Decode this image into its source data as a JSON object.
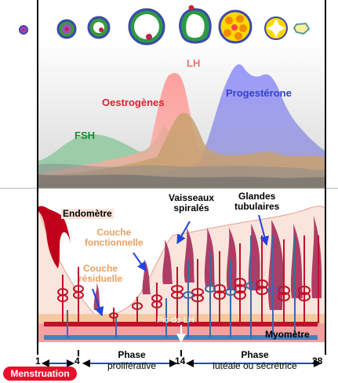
{
  "hormones": {
    "lh": "LH",
    "oestrogenes": "Oestrogènes",
    "progesterone": "Progestérone",
    "fsh": "FSH"
  },
  "uterus": {
    "endometre": "Endomètre",
    "couche_fonctionnelle_1": "Couche",
    "couche_fonctionnelle_2": "fonctionnelle",
    "couche_residuelle_1": "Couche",
    "couche_residuelle_2": "résiduelle",
    "vaisseaux_1": "Vaisseaux",
    "vaisseaux_2": "spiralés",
    "glandes_1": "Glandes",
    "glandes_2": "tubulaires",
    "pic_lh": "Pic de LH",
    "myometre": "Myomètre"
  },
  "timeline": {
    "day_1": "1",
    "day_4": "4",
    "day_14": "14",
    "day_28": "28",
    "menstruation": "Menstruation",
    "phase_1_a": "Phase",
    "phase_1_b": "proliférative",
    "phase_2_a": "Phase",
    "phase_2_b": "lutéale ou sécrétrice"
  },
  "colors": {
    "lh": "#f08080",
    "oestrogenes": "#e0202a",
    "progesterone": "#3440d0",
    "fsh": "#1a8a3a",
    "endometre": "#c0001a",
    "couche_label": "#e8a060",
    "arrow": "#2244dd",
    "myometre_band": "#f4a0a0"
  }
}
